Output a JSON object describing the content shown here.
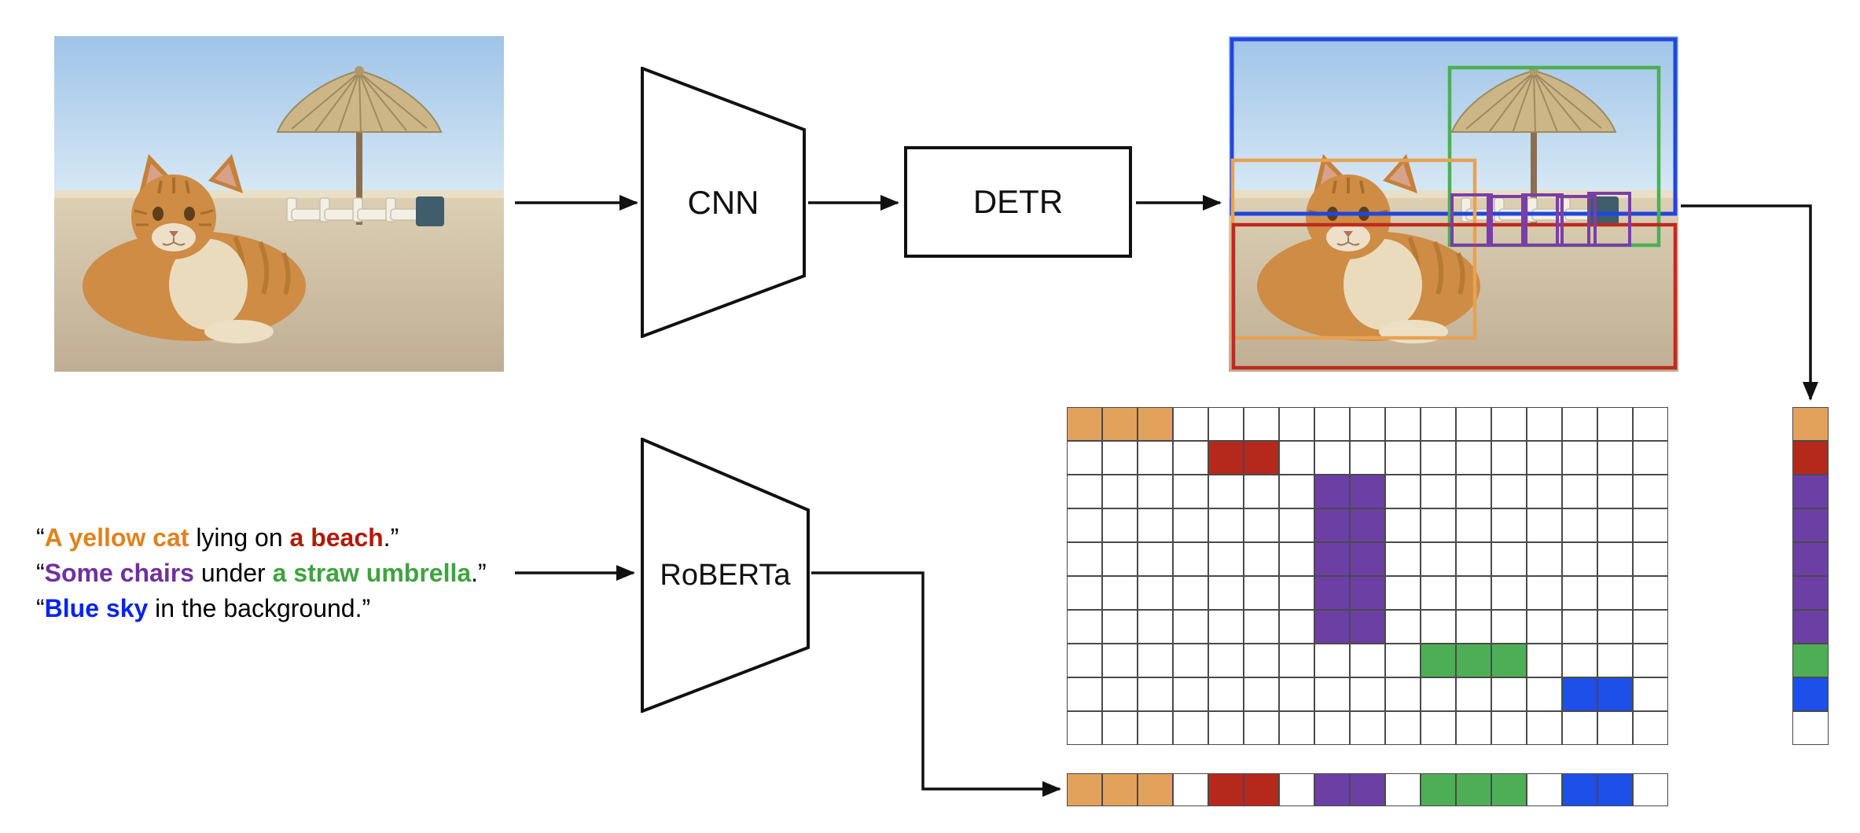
{
  "modules": {
    "cnn_label": "CNN",
    "detr_label": "DETR",
    "roberta_label": "RoBERTa"
  },
  "palette": {
    "o": "#E2A25B",
    "r": "#B5291C",
    "p": "#6C3FA4",
    "g": "#4EAE55",
    "b": "#1D50E8",
    "w": "#FFFFFF"
  },
  "text_palette": {
    "k": "#000000",
    "o": "#E0821E",
    "r": "#B11A0A",
    "p": "#7030A0",
    "g": "#3FA33F",
    "b": "#0823F0"
  },
  "boxes": {
    "blue": "#2146DD",
    "green": "#4CB052",
    "orange": "#E8A252",
    "red": "#BF2A1E",
    "purple": "#7A3FA5"
  },
  "captions": {
    "lines": [
      [
        {
          "t": "“",
          "c": "k"
        },
        {
          "t": "A yellow cat",
          "c": "o"
        },
        {
          "t": " lying on ",
          "c": "k"
        },
        {
          "t": "a beach",
          "c": "r"
        },
        {
          "t": ".”",
          "c": "k"
        }
      ],
      [
        {
          "t": "“",
          "c": "k"
        },
        {
          "t": "Some chairs",
          "c": "p"
        },
        {
          "t": " under ",
          "c": "k"
        },
        {
          "t": "a straw umbrella",
          "c": "g"
        },
        {
          "t": ".”",
          "c": "k"
        }
      ],
      [
        {
          "t": "“",
          "c": "k"
        },
        {
          "t": "Blue sky",
          "c": "b"
        },
        {
          "t": " in the background.”",
          "c": "k"
        }
      ]
    ]
  },
  "matrix": {
    "rows": 10,
    "cols": 17,
    "cells": [
      [
        "o",
        "o",
        "o",
        "w",
        "w",
        "w",
        "w",
        "w",
        "w",
        "w",
        "w",
        "w",
        "w",
        "w",
        "w",
        "w",
        "w"
      ],
      [
        "w",
        "w",
        "w",
        "w",
        "r",
        "r",
        "w",
        "w",
        "w",
        "w",
        "w",
        "w",
        "w",
        "w",
        "w",
        "w",
        "w"
      ],
      [
        "w",
        "w",
        "w",
        "w",
        "w",
        "w",
        "w",
        "p",
        "p",
        "w",
        "w",
        "w",
        "w",
        "w",
        "w",
        "w",
        "w"
      ],
      [
        "w",
        "w",
        "w",
        "w",
        "w",
        "w",
        "w",
        "p",
        "p",
        "w",
        "w",
        "w",
        "w",
        "w",
        "w",
        "w",
        "w"
      ],
      [
        "w",
        "w",
        "w",
        "w",
        "w",
        "w",
        "w",
        "p",
        "p",
        "w",
        "w",
        "w",
        "w",
        "w",
        "w",
        "w",
        "w"
      ],
      [
        "w",
        "w",
        "w",
        "w",
        "w",
        "w",
        "w",
        "p",
        "p",
        "w",
        "w",
        "w",
        "w",
        "w",
        "w",
        "w",
        "w"
      ],
      [
        "w",
        "w",
        "w",
        "w",
        "w",
        "w",
        "w",
        "p",
        "p",
        "w",
        "w",
        "w",
        "w",
        "w",
        "w",
        "w",
        "w"
      ],
      [
        "w",
        "w",
        "w",
        "w",
        "w",
        "w",
        "w",
        "w",
        "w",
        "w",
        "g",
        "g",
        "g",
        "w",
        "w",
        "w",
        "w"
      ],
      [
        "w",
        "w",
        "w",
        "w",
        "w",
        "w",
        "w",
        "w",
        "w",
        "w",
        "w",
        "w",
        "w",
        "w",
        "b",
        "b",
        "w"
      ],
      [
        "w",
        "w",
        "w",
        "w",
        "w",
        "w",
        "w",
        "w",
        "w",
        "w",
        "w",
        "w",
        "w",
        "w",
        "w",
        "w",
        "w"
      ]
    ]
  },
  "token_row": [
    "o",
    "o",
    "o",
    "w",
    "r",
    "r",
    "w",
    "p",
    "p",
    "w",
    "g",
    "g",
    "g",
    "w",
    "b",
    "b",
    "w"
  ],
  "query_column": [
    "o",
    "r",
    "p",
    "p",
    "p",
    "p",
    "p",
    "g",
    "b",
    "w"
  ]
}
